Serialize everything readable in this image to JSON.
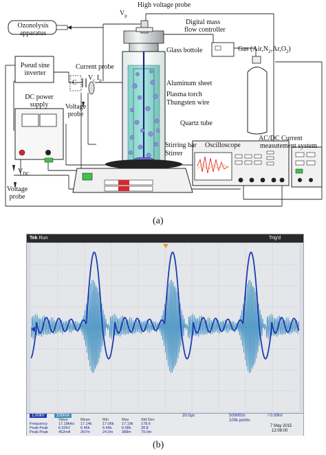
{
  "diagram": {
    "labels": {
      "high_voltage_probe": "High voltage probe",
      "vp": "V",
      "vp_sub": "p",
      "digital_mass": "Digital mass",
      "flow_controller": "flow controller",
      "ozonolysis": "Ozonolysis apparatus",
      "glass_bottle": "Glass bottole",
      "gas": "Gas (Air,N",
      "gas_n_sub": "2",
      "gas_mid": ",Ar,O",
      "gas_o_sub": "2",
      "gas_end": ")",
      "pseud_sine": "Pseud sine inverter",
      "current_probe": "Current probe",
      "c": "C",
      "vc": "V",
      "vc_sub": "c",
      "ip": "I",
      "ip_sub": "p",
      "aluminum": "Aluminum sheet",
      "plasma_torch": "Plasma torch",
      "tungsten": "Thungsten wire",
      "dc_power": "DC power supply",
      "voltage_probe_mid": "Voltage probe",
      "quartz": "Quartz tube",
      "stirring_bar": "Stirring bar",
      "stirrer": "Stirrer",
      "oscilloscope": "Oscilloscope",
      "acdc": "AC/DC Current",
      "measurement": "measutement system",
      "vdc": "V",
      "vdc_sub": "DC",
      "voltage_probe_bottom": "Voltage probe"
    },
    "caption_a": "(a)",
    "caption_b": "(b)"
  },
  "oscilloscope_screen": {
    "header_left": "Tek",
    "header_mode": "Run",
    "header_right": "Trig'd",
    "ch1_scale": "1.00kV",
    "ch2_scale": "100mA",
    "timebase": "20.0μs",
    "sample_rate": "500MS/s",
    "record_length": "100k points",
    "trigger_level": "/ 0.00kV",
    "date": "7 May 2015",
    "time": "12:08:00",
    "stats_header": [
      "Value",
      "Mean",
      "Min",
      "Max",
      "Std Dev"
    ],
    "stats": [
      {
        "name": "Frequency",
        "values": [
          "17.18kHz",
          "17.14k",
          "17.06k",
          "17.19k",
          "178.6"
        ]
      },
      {
        "name": "Peak-Peak",
        "values": [
          "6.52kV",
          "6.46k",
          "6.44k",
          "6.68k",
          "28.8"
        ]
      },
      {
        "name": "Peak-Peak",
        "values": [
          "452mA",
          "267m",
          "24.0m",
          "388m",
          "79.0m"
        ]
      }
    ],
    "colors": {
      "background": "#d9dce2",
      "grid": "#8a8f99",
      "voltage_trace": "#1c3bb0",
      "current_trace": "#3d8ec0",
      "header_bar": "#2a2a2a"
    }
  }
}
